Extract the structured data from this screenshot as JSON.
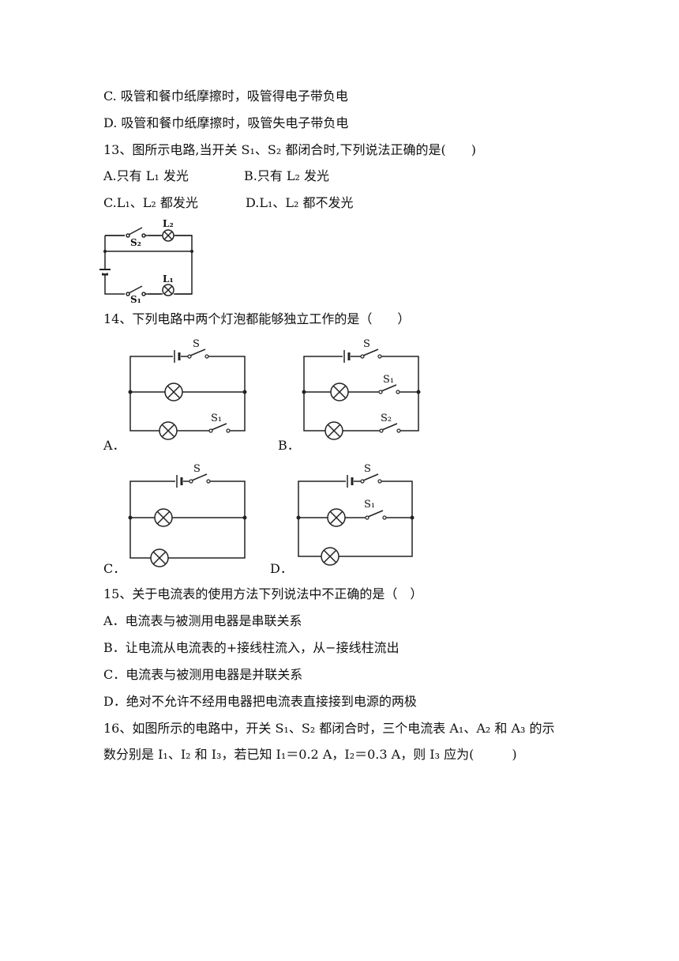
{
  "lines": {
    "c12": "C. 吸管和餐巾纸摩擦时，吸管得电子带负电",
    "d12": "D. 吸管和餐巾纸摩擦时，吸管失电子带负电",
    "q13": "13、图所示电路,当开关 S₁、S₂ 都闭合时,下列说法正确的是(　　)",
    "q13a": "A.只有 L₁ 发光",
    "q13b": "B.只有 L₂ 发光",
    "q13c": "C.L₁、L₂ 都发光",
    "q13d": "D.L₁、L₂ 都不发光",
    "q14": "14、下列电路中两个灯泡都能够独立工作的是（　　）",
    "q15": "15、关于电流表的使用方法下列说法中不正确的是（　）",
    "q15a": "A．电流表与被测用电器是串联关系",
    "q15b": "B．让电流从电流表的+接线柱流入，从−接线柱流出",
    "q15c": "C．电流表与被测用电器是并联关系",
    "q15d": "D．绝对不允许不经用电器把电流表直接接到电源的两极",
    "q16a": "16、如图所示的电路中，开关 S₁、S₂ 都闭合时，三个电流表 A₁、A₂ 和 A₃ 的示",
    "q16b": "数分别是 I₁、I₂ 和 I₃，若已知 I₁＝0.2 A，I₂＝0.3 A，则 I₃ 应为(　　　)"
  },
  "figure13": {
    "switch_top": "S₂",
    "lamp_top": "L₂",
    "switch_bottom": "S₁",
    "lamp_bottom": "L₁"
  },
  "figure14": {
    "options": [
      "A．",
      "B．",
      "C．",
      "D．"
    ],
    "switch_main": "S",
    "switch_1": "S₁",
    "switch_2": "S₂"
  }
}
